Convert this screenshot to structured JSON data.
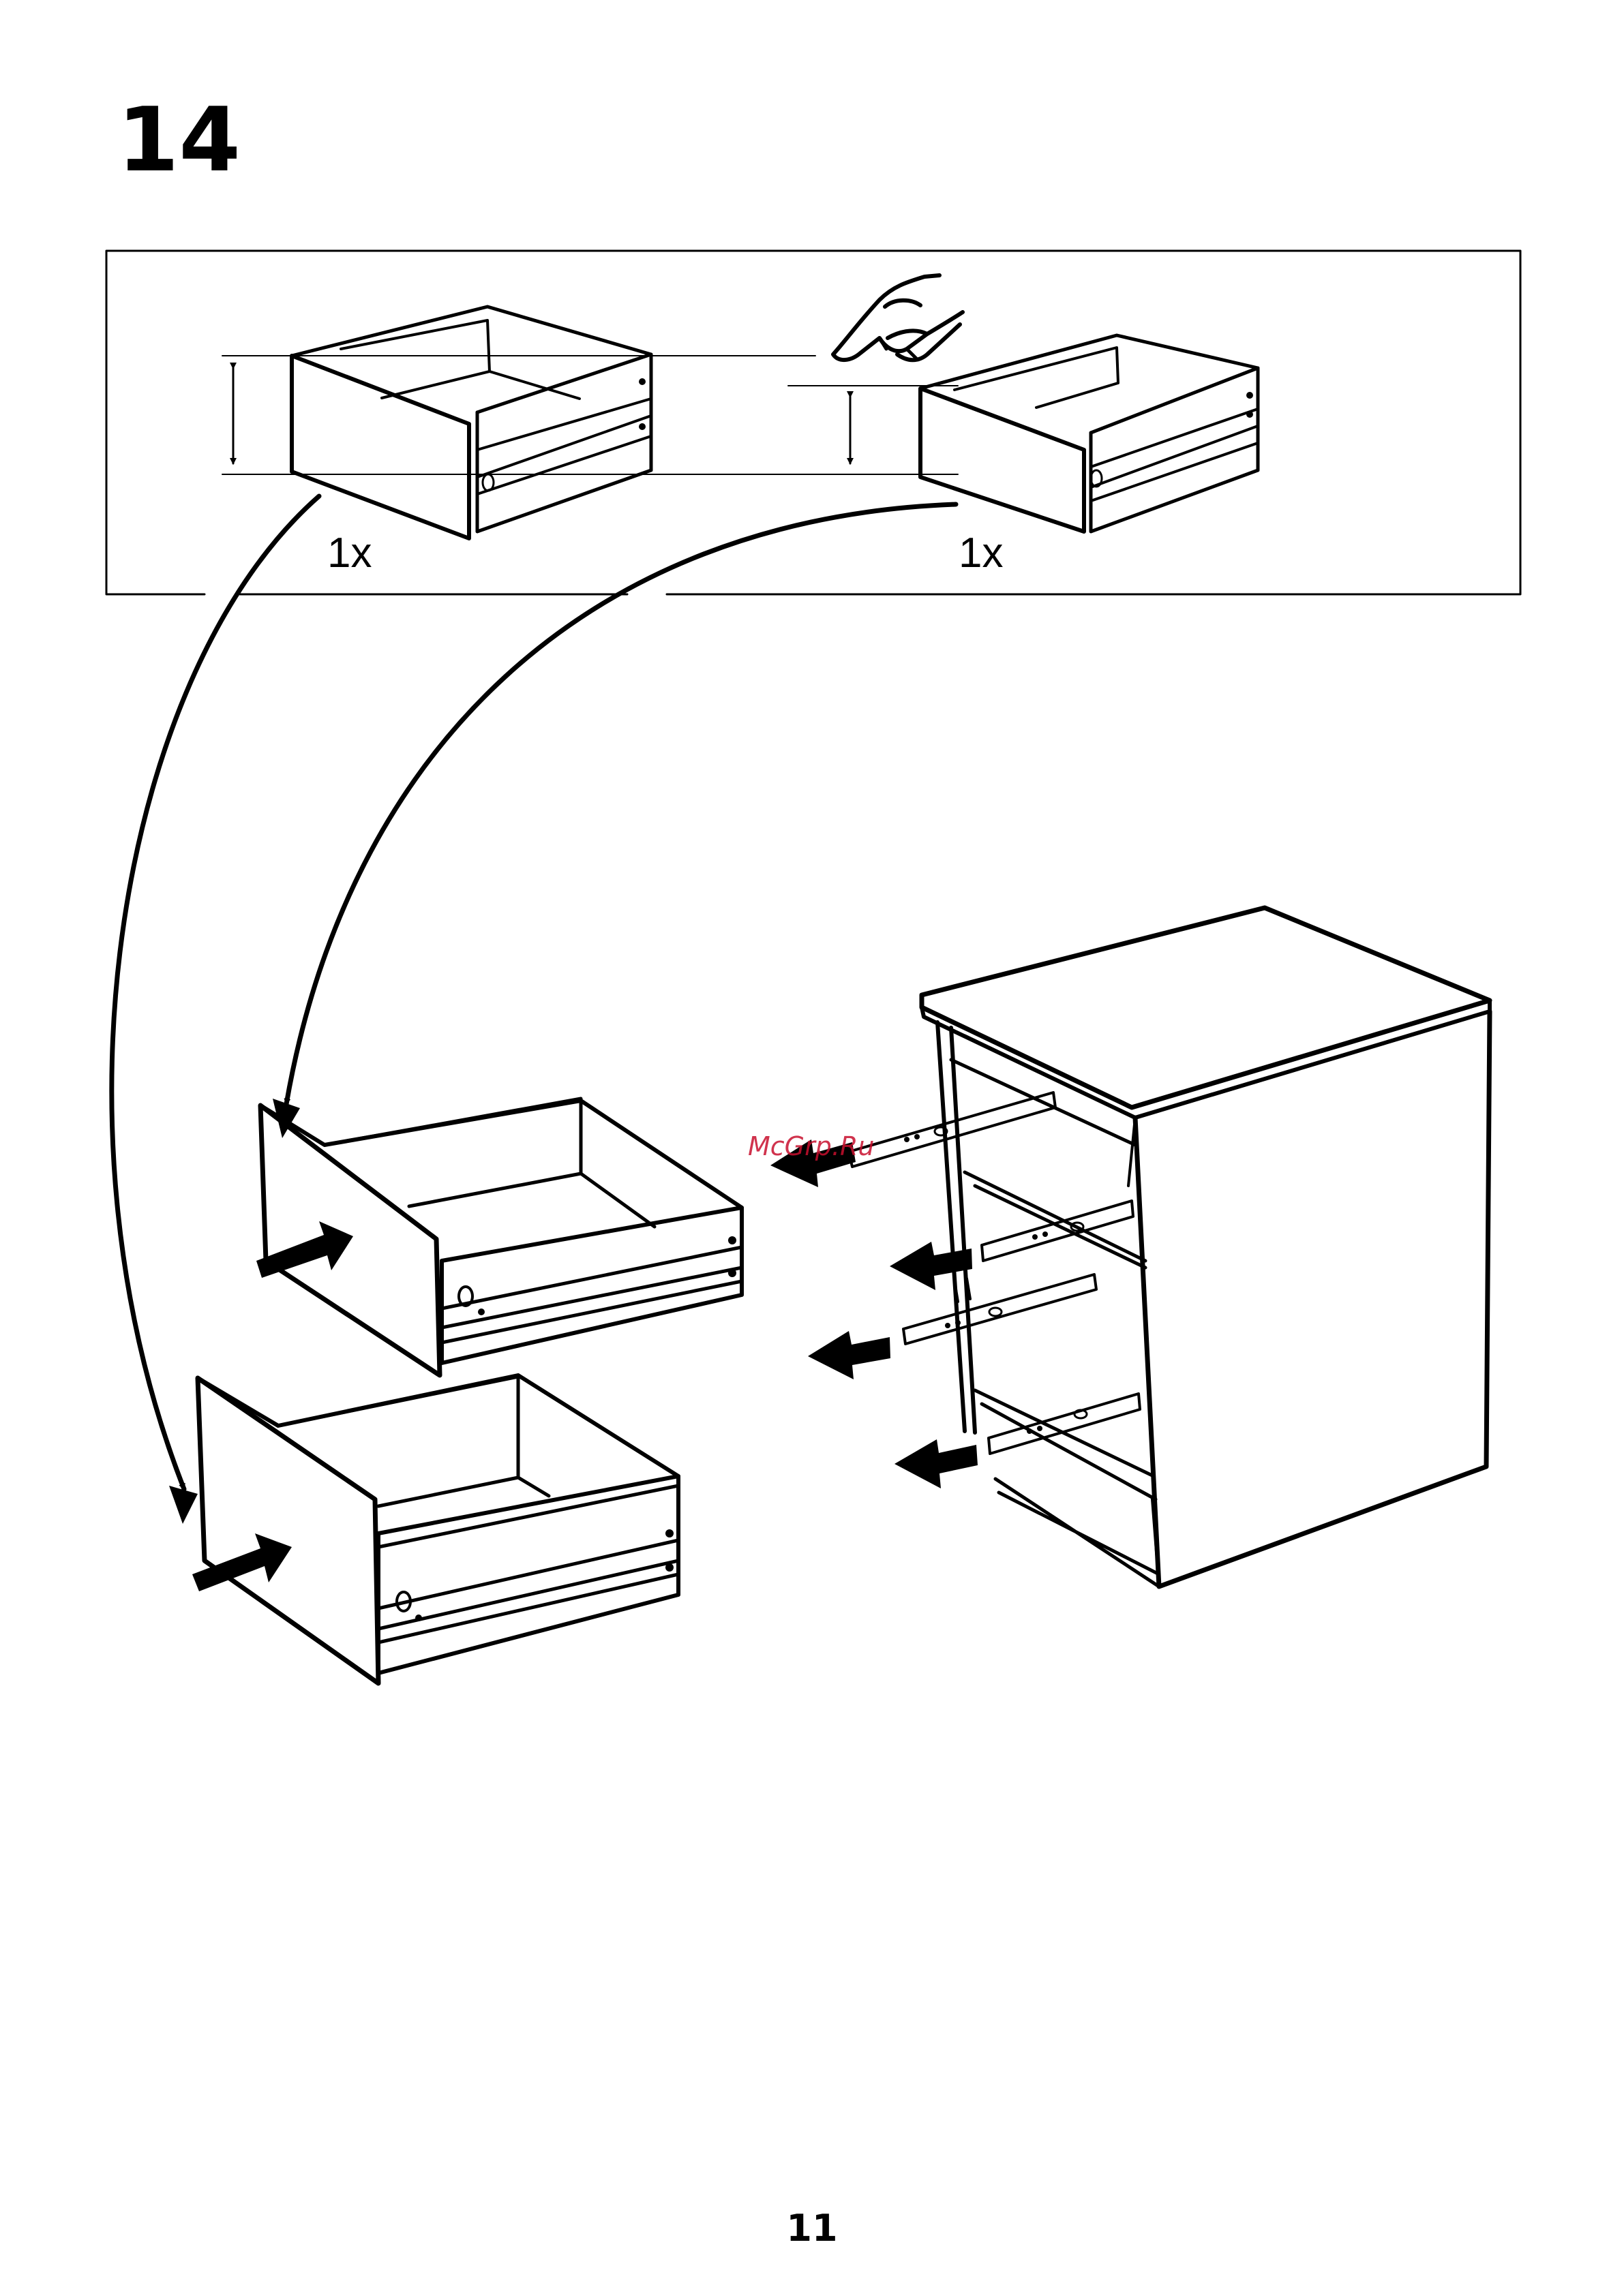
{
  "step": {
    "number": "14"
  },
  "detail_panel": {
    "items": [
      {
        "quantity": "1x",
        "part": "deep-drawer"
      },
      {
        "quantity": "1x",
        "part": "shallow-drawer"
      }
    ],
    "note_icon": "hand-pointing-icon"
  },
  "watermark": "McGrp.Ru",
  "footer": {
    "page_number": "11"
  },
  "colors": {
    "line": "#000000",
    "background": "#ffffff",
    "watermark": "#c8102e"
  }
}
